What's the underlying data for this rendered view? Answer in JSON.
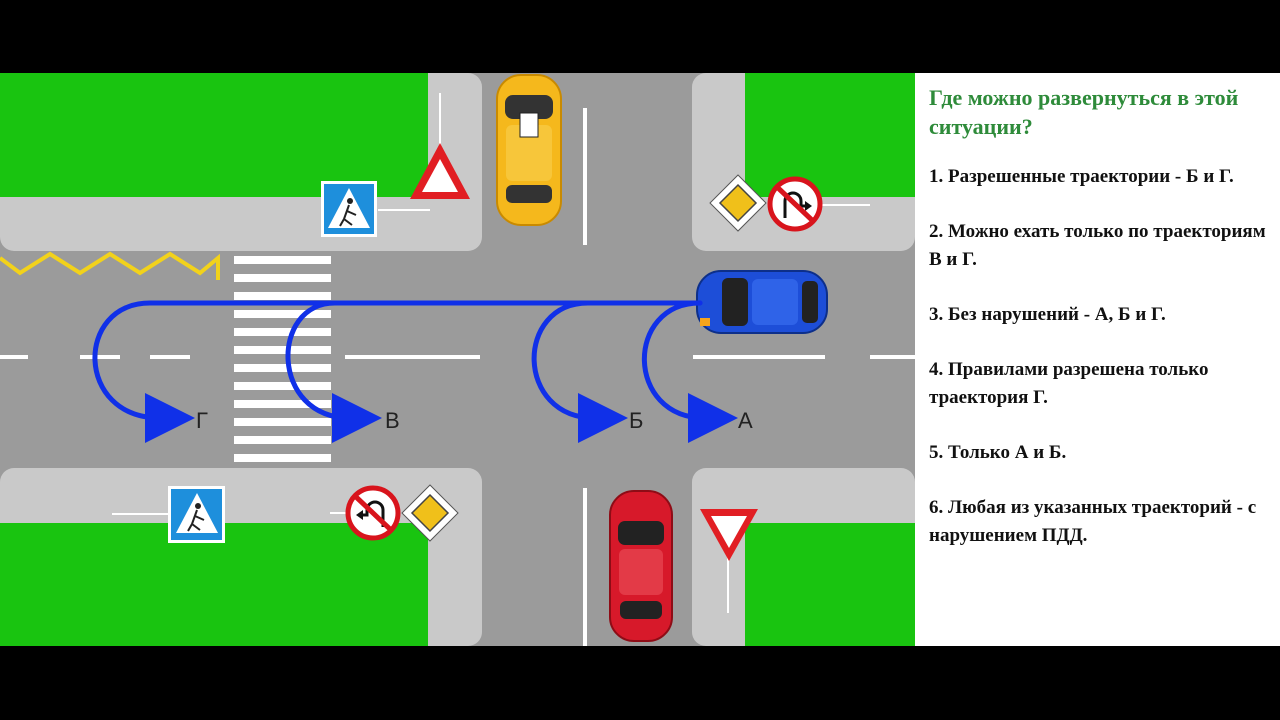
{
  "question": "Где можно развернуться в этой ситуации?",
  "options": [
    "1. Разрешенные траектории - Б и Г.",
    "2. Можно ехать только по траекториям В и Г.",
    "3. Без нарушений - А, Б и Г.",
    "4. Правилами разрешена только траектория Г.",
    "5. Только А и Б.",
    "6. Любая из указанных траекторий - с нарушением ПДД."
  ],
  "trajectory_labels": {
    "a": "А",
    "b": "Б",
    "v": "В",
    "g": "Г"
  },
  "colors": {
    "grass": "#19c410",
    "road": "#9b9b9b",
    "sidewalk": "#c9c9c9",
    "trajectory": "#1030e8",
    "question_text": "#2e8b3a",
    "zigzag": "#f2d21b"
  },
  "signs": [
    "pedestrian-crossing-sign",
    "yield-sign",
    "priority-road-sign",
    "no-u-turn-sign"
  ],
  "vehicles": [
    "taxi-car",
    "blue-car",
    "red-car"
  ]
}
